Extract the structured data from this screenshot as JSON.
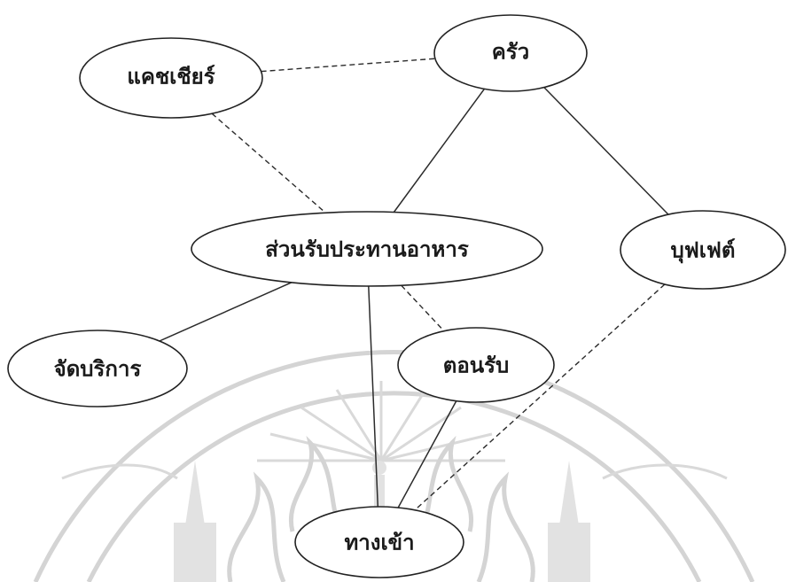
{
  "diagram": {
    "nodes": [
      {
        "id": "cashier",
        "label": "แคชเชียร์"
      },
      {
        "id": "kitchen",
        "label": "ครัว"
      },
      {
        "id": "dining",
        "label": "ส่วนรับประทานอาหาร"
      },
      {
        "id": "buffet",
        "label": "บุฟเฟต์"
      },
      {
        "id": "service",
        "label": "จัดบริการ"
      },
      {
        "id": "reception",
        "label": "ตอนรับ"
      },
      {
        "id": "entrance",
        "label": "ทางเข้า"
      }
    ],
    "edges": [
      {
        "from": "cashier",
        "to": "kitchen",
        "style": "dashed"
      },
      {
        "from": "cashier",
        "to": "dining",
        "style": "dashed"
      },
      {
        "from": "kitchen",
        "to": "dining",
        "style": "solid"
      },
      {
        "from": "kitchen",
        "to": "buffet",
        "style": "solid"
      },
      {
        "from": "dining",
        "to": "service",
        "style": "solid"
      },
      {
        "from": "dining",
        "to": "entrance",
        "style": "solid"
      },
      {
        "from": "dining",
        "to": "reception",
        "style": "dashed"
      },
      {
        "from": "reception",
        "to": "entrance",
        "style": "solid"
      },
      {
        "from": "buffet",
        "to": "entrance",
        "style": "dashed"
      }
    ]
  },
  "watermark": {
    "description_icon": "university-seal-watermark",
    "color": "#d4d4d4"
  }
}
